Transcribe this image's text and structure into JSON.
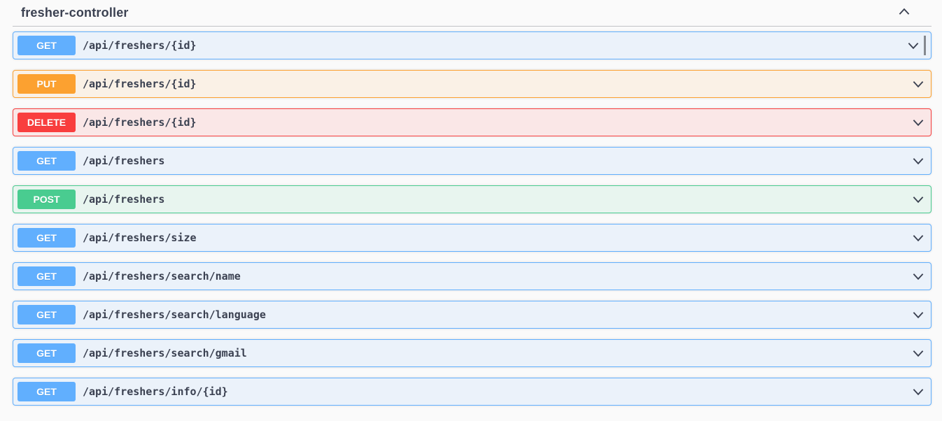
{
  "page": {
    "background": "#fafafa"
  },
  "section": {
    "title": "fresher-controller",
    "collapse_icon": "chevron-up-icon",
    "expand_icon": "chevron-down-icon"
  },
  "colors": {
    "text": "#3b4151",
    "get": {
      "accent": "#61affe",
      "tint": "#ebf2fa"
    },
    "post": {
      "accent": "#49cc90",
      "tint": "#e8f5ef"
    },
    "put": {
      "accent": "#fca130",
      "tint": "#faf1e6"
    },
    "delete": {
      "accent": "#f93e3e",
      "tint": "#fae7e7"
    }
  },
  "endpoints": [
    {
      "method": "GET",
      "path": "/api/freshers/{id}",
      "focused": true
    },
    {
      "method": "PUT",
      "path": "/api/freshers/{id}",
      "focused": false
    },
    {
      "method": "DELETE",
      "path": "/api/freshers/{id}",
      "focused": false
    },
    {
      "method": "GET",
      "path": "/api/freshers",
      "focused": false
    },
    {
      "method": "POST",
      "path": "/api/freshers",
      "focused": false
    },
    {
      "method": "GET",
      "path": "/api/freshers/size",
      "focused": false
    },
    {
      "method": "GET",
      "path": "/api/freshers/search/name",
      "focused": false
    },
    {
      "method": "GET",
      "path": "/api/freshers/search/language",
      "focused": false
    },
    {
      "method": "GET",
      "path": "/api/freshers/search/gmail",
      "focused": false
    },
    {
      "method": "GET",
      "path": "/api/freshers/info/{id}",
      "focused": false
    }
  ]
}
